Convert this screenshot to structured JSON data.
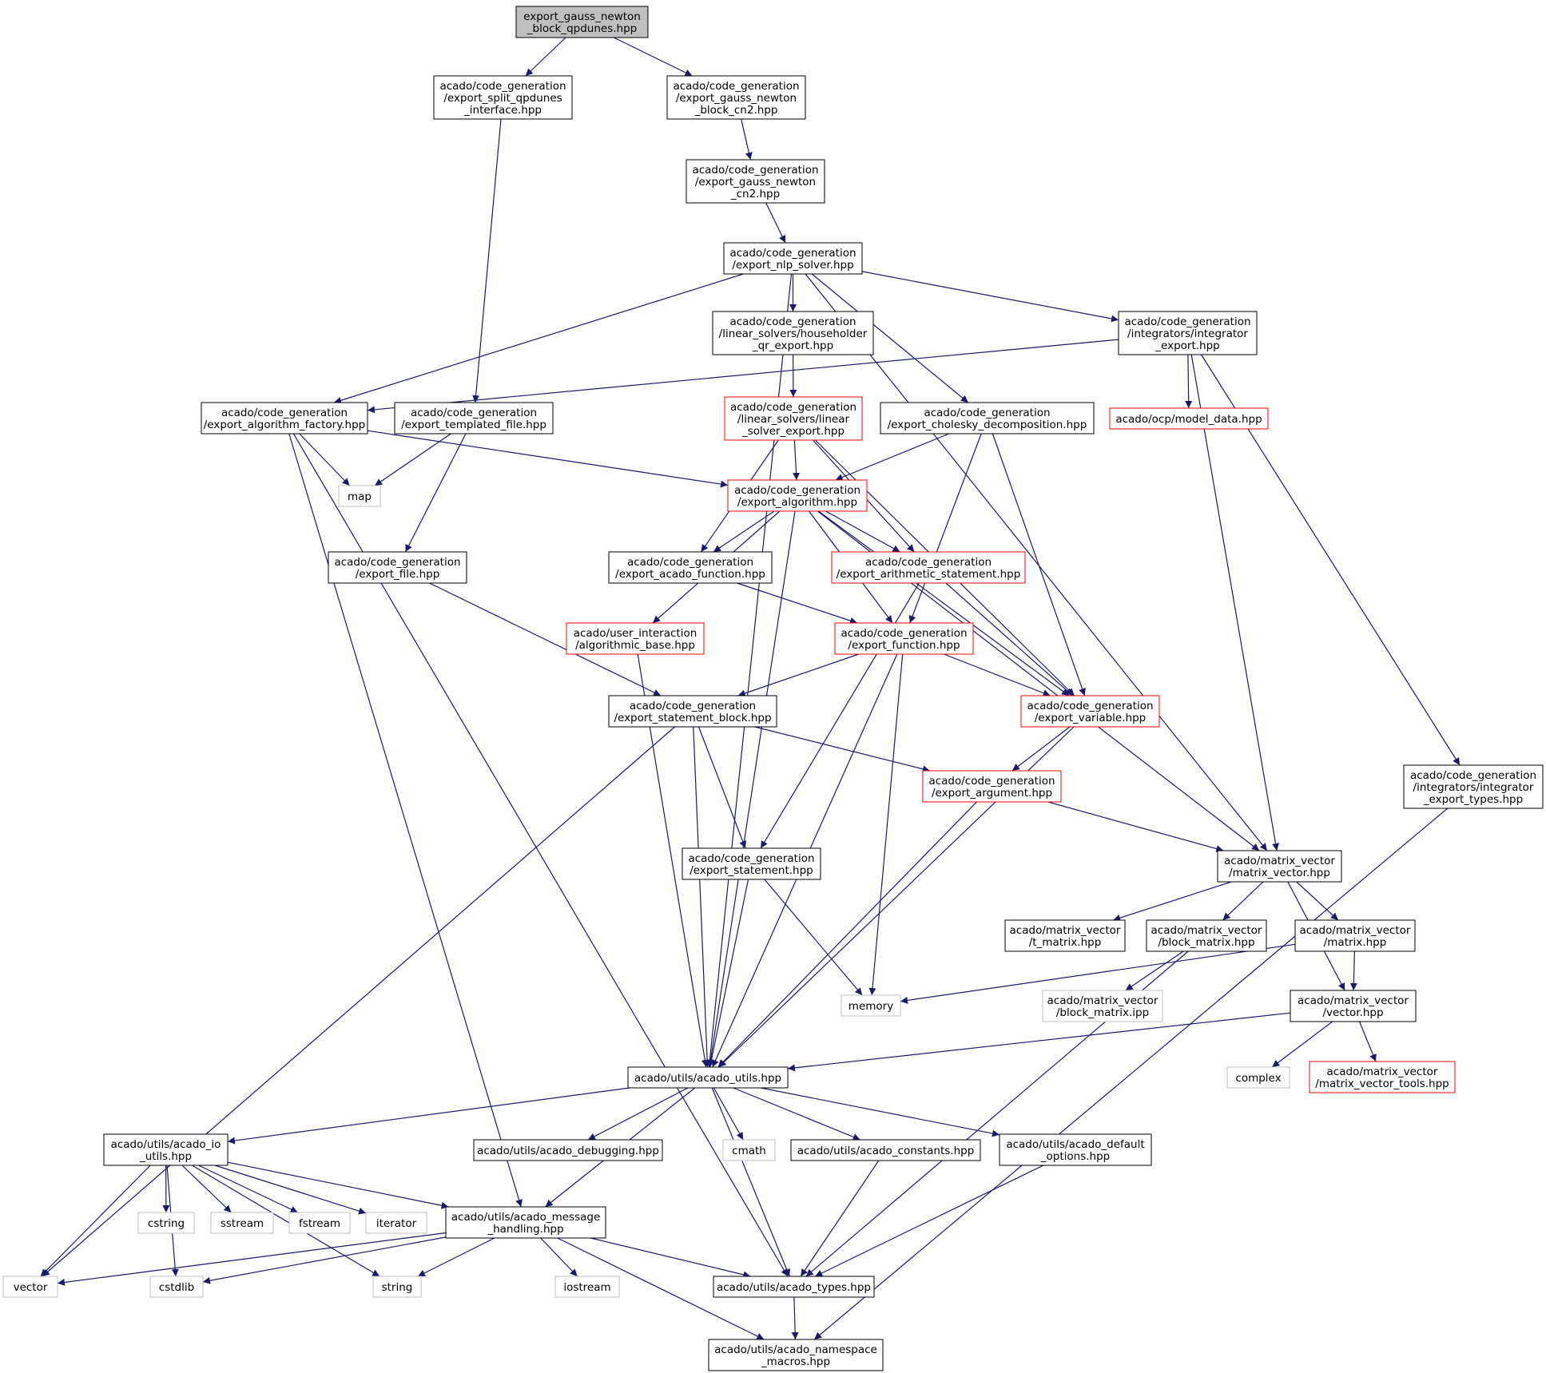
{
  "colors": {
    "edge": "#191970",
    "normal_border": "#000000",
    "red_border": "#ff0000",
    "gray_border": "#bfbfbf",
    "root_fill": "#bfbfbf"
  },
  "nodes": [
    {
      "id": "root",
      "kind": "root",
      "lines": [
        "export_gauss_newton",
        "_block_qpdunes.hpp"
      ]
    },
    {
      "id": "split_qpdunes",
      "kind": "normal",
      "lines": [
        "acado/code_generation",
        "/export_split_qpdunes",
        "_interface.hpp"
      ]
    },
    {
      "id": "gn_block_cn2",
      "kind": "normal",
      "lines": [
        "acado/code_generation",
        "/export_gauss_newton",
        "_block_cn2.hpp"
      ]
    },
    {
      "id": "gn_cn2",
      "kind": "normal",
      "lines": [
        "acado/code_generation",
        "/export_gauss_newton",
        "_cn2.hpp"
      ]
    },
    {
      "id": "nlp_solver",
      "kind": "normal",
      "lines": [
        "acado/code_generation",
        "/export_nlp_solver.hpp"
      ]
    },
    {
      "id": "householder",
      "kind": "normal",
      "lines": [
        "acado/code_generation",
        "/linear_solvers/householder",
        "_qr_export.hpp"
      ]
    },
    {
      "id": "integrator_export",
      "kind": "normal",
      "lines": [
        "acado/code_generation",
        "/integrators/integrator",
        "_export.hpp"
      ]
    },
    {
      "id": "algorithm_factory",
      "kind": "normal",
      "lines": [
        "acado/code_generation",
        "/export_algorithm_factory.hpp"
      ]
    },
    {
      "id": "templated_file",
      "kind": "normal",
      "lines": [
        "acado/code_generation",
        "/export_templated_file.hpp"
      ]
    },
    {
      "id": "linear_solver",
      "kind": "red",
      "lines": [
        "acado/code_generation",
        "/linear_solvers/linear",
        "_solver_export.hpp"
      ]
    },
    {
      "id": "cholesky",
      "kind": "normal",
      "lines": [
        "acado/code_generation",
        "/export_cholesky_decomposition.hpp"
      ]
    },
    {
      "id": "model_data",
      "kind": "red",
      "lines": [
        "acado/ocp/model_data.hpp"
      ]
    },
    {
      "id": "map",
      "kind": "gray",
      "lines": [
        "map"
      ]
    },
    {
      "id": "export_algorithm",
      "kind": "red",
      "lines": [
        "acado/code_generation",
        "/export_algorithm.hpp"
      ]
    },
    {
      "id": "export_file",
      "kind": "normal",
      "lines": [
        "acado/code_generation",
        "/export_file.hpp"
      ]
    },
    {
      "id": "acado_function",
      "kind": "normal",
      "lines": [
        "acado/code_generation",
        "/export_acado_function.hpp"
      ]
    },
    {
      "id": "arithmetic",
      "kind": "red",
      "lines": [
        "acado/code_generation",
        "/export_arithmetic_statement.hpp"
      ]
    },
    {
      "id": "algorithmic_base",
      "kind": "red",
      "lines": [
        "acado/user_interaction",
        "/algorithmic_base.hpp"
      ]
    },
    {
      "id": "export_function",
      "kind": "red",
      "lines": [
        "acado/code_generation",
        "/export_function.hpp"
      ]
    },
    {
      "id": "statement_block",
      "kind": "normal",
      "lines": [
        "acado/code_generation",
        "/export_statement_block.hpp"
      ]
    },
    {
      "id": "export_variable",
      "kind": "red",
      "lines": [
        "acado/code_generation",
        "/export_variable.hpp"
      ]
    },
    {
      "id": "export_argument",
      "kind": "red",
      "lines": [
        "acado/code_generation",
        "/export_argument.hpp"
      ]
    },
    {
      "id": "integrator_types",
      "kind": "normal",
      "lines": [
        "acado/code_generation",
        "/integrators/integrator",
        "_export_types.hpp"
      ]
    },
    {
      "id": "export_statement",
      "kind": "normal",
      "lines": [
        "acado/code_generation",
        "/export_statement.hpp"
      ]
    },
    {
      "id": "matrix_vector",
      "kind": "normal",
      "lines": [
        "acado/matrix_vector",
        "/matrix_vector.hpp"
      ]
    },
    {
      "id": "t_matrix",
      "kind": "normal",
      "lines": [
        "acado/matrix_vector",
        "/t_matrix.hpp"
      ]
    },
    {
      "id": "block_matrix",
      "kind": "normal",
      "lines": [
        "acado/matrix_vector",
        "/block_matrix.hpp"
      ]
    },
    {
      "id": "matrix",
      "kind": "normal",
      "lines": [
        "acado/matrix_vector",
        "/matrix.hpp"
      ]
    },
    {
      "id": "memory",
      "kind": "gray",
      "lines": [
        "memory"
      ]
    },
    {
      "id": "block_matrix_ipp",
      "kind": "gray",
      "lines": [
        "acado/matrix_vector",
        "/block_matrix.ipp"
      ]
    },
    {
      "id": "vector",
      "kind": "normal",
      "lines": [
        "acado/matrix_vector",
        "/vector.hpp"
      ]
    },
    {
      "id": "acado_utils",
      "kind": "normal",
      "lines": [
        "acado/utils/acado_utils.hpp"
      ]
    },
    {
      "id": "complex",
      "kind": "gray",
      "lines": [
        "complex"
      ]
    },
    {
      "id": "mv_tools",
      "kind": "red",
      "lines": [
        "acado/matrix_vector",
        "/matrix_vector_tools.hpp"
      ]
    },
    {
      "id": "io_utils",
      "kind": "normal",
      "lines": [
        "acado/utils/acado_io",
        "_utils.hpp"
      ]
    },
    {
      "id": "debugging",
      "kind": "normal",
      "lines": [
        "acado/utils/acado_debugging.hpp"
      ]
    },
    {
      "id": "cmath",
      "kind": "gray",
      "lines": [
        "cmath"
      ]
    },
    {
      "id": "constants",
      "kind": "normal",
      "lines": [
        "acado/utils/acado_constants.hpp"
      ]
    },
    {
      "id": "default_options",
      "kind": "normal",
      "lines": [
        "acado/utils/acado_default",
        "_options.hpp"
      ]
    },
    {
      "id": "cstring",
      "kind": "gray",
      "lines": [
        "cstring"
      ]
    },
    {
      "id": "sstream",
      "kind": "gray",
      "lines": [
        "sstream"
      ]
    },
    {
      "id": "fstream",
      "kind": "gray",
      "lines": [
        "fstream"
      ]
    },
    {
      "id": "iterator",
      "kind": "gray",
      "lines": [
        "iterator"
      ]
    },
    {
      "id": "message_handling",
      "kind": "normal",
      "lines": [
        "acado/utils/acado_message",
        "_handling.hpp"
      ]
    },
    {
      "id": "std_vector",
      "kind": "gray",
      "lines": [
        "vector"
      ]
    },
    {
      "id": "cstdlib",
      "kind": "gray",
      "lines": [
        "cstdlib"
      ]
    },
    {
      "id": "string",
      "kind": "gray",
      "lines": [
        "string"
      ]
    },
    {
      "id": "iostream",
      "kind": "gray",
      "lines": [
        "iostream"
      ]
    },
    {
      "id": "acado_types",
      "kind": "normal",
      "lines": [
        "acado/utils/acado_types.hpp"
      ]
    },
    {
      "id": "namespace_macros",
      "kind": "normal",
      "lines": [
        "acado/utils/acado_namespace",
        "_macros.hpp"
      ]
    }
  ],
  "edges": [
    [
      "root",
      "split_qpdunes"
    ],
    [
      "root",
      "gn_block_cn2"
    ],
    [
      "split_qpdunes",
      "templated_file"
    ],
    [
      "gn_block_cn2",
      "gn_cn2"
    ],
    [
      "gn_cn2",
      "nlp_solver"
    ],
    [
      "nlp_solver",
      "householder"
    ],
    [
      "nlp_solver",
      "integrator_export"
    ],
    [
      "nlp_solver",
      "algorithm_factory"
    ],
    [
      "nlp_solver",
      "cholesky"
    ],
    [
      "nlp_solver",
      "acado_utils"
    ],
    [
      "nlp_solver",
      "matrix_vector"
    ],
    [
      "householder",
      "linear_solver"
    ],
    [
      "integrator_export",
      "algorithm_factory"
    ],
    [
      "integrator_export",
      "model_data"
    ],
    [
      "integrator_export",
      "matrix_vector"
    ],
    [
      "integrator_export",
      "integrator_types"
    ],
    [
      "algorithm_factory",
      "map"
    ],
    [
      "algorithm_factory",
      "export_algorithm"
    ],
    [
      "algorithm_factory",
      "message_handling"
    ],
    [
      "algorithm_factory",
      "acado_types"
    ],
    [
      "templated_file",
      "map"
    ],
    [
      "templated_file",
      "export_file"
    ],
    [
      "linear_solver",
      "export_algorithm"
    ],
    [
      "linear_solver",
      "acado_function"
    ],
    [
      "linear_solver",
      "arithmetic"
    ],
    [
      "linear_solver",
      "export_variable"
    ],
    [
      "cholesky",
      "export_algorithm"
    ],
    [
      "cholesky",
      "export_function"
    ],
    [
      "cholesky",
      "export_variable"
    ],
    [
      "export_algorithm",
      "acado_function"
    ],
    [
      "export_algorithm",
      "arithmetic"
    ],
    [
      "export_algorithm",
      "algorithmic_base"
    ],
    [
      "export_algorithm",
      "export_function"
    ],
    [
      "export_algorithm",
      "export_variable"
    ],
    [
      "export_algorithm",
      "matrix_vector"
    ],
    [
      "export_algorithm",
      "acado_utils"
    ],
    [
      "export_file",
      "statement_block"
    ],
    [
      "acado_function",
      "export_function"
    ],
    [
      "arithmetic",
      "export_variable"
    ],
    [
      "arithmetic",
      "export_statement"
    ],
    [
      "algorithmic_base",
      "acado_utils"
    ],
    [
      "export_function",
      "statement_block"
    ],
    [
      "export_function",
      "export_variable"
    ],
    [
      "export_function",
      "memory"
    ],
    [
      "export_function",
      "acado_utils"
    ],
    [
      "statement_block",
      "export_argument"
    ],
    [
      "statement_block",
      "export_statement"
    ],
    [
      "statement_block",
      "acado_utils"
    ],
    [
      "statement_block",
      "std_vector"
    ],
    [
      "export_variable",
      "export_argument"
    ],
    [
      "export_variable",
      "acado_utils"
    ],
    [
      "export_argument",
      "matrix_vector"
    ],
    [
      "export_argument",
      "acado_utils"
    ],
    [
      "integrator_types",
      "namespace_macros"
    ],
    [
      "export_statement",
      "memory"
    ],
    [
      "export_statement",
      "acado_utils"
    ],
    [
      "matrix_vector",
      "t_matrix"
    ],
    [
      "matrix_vector",
      "block_matrix"
    ],
    [
      "matrix_vector",
      "matrix"
    ],
    [
      "matrix_vector",
      "vector"
    ],
    [
      "block_matrix",
      "block_matrix_ipp"
    ],
    [
      "block_matrix",
      "acado_types"
    ],
    [
      "matrix",
      "memory"
    ],
    [
      "matrix",
      "vector"
    ],
    [
      "vector",
      "acado_utils"
    ],
    [
      "vector",
      "complex"
    ],
    [
      "vector",
      "mv_tools"
    ],
    [
      "acado_utils",
      "io_utils"
    ],
    [
      "acado_utils",
      "debugging"
    ],
    [
      "acado_utils",
      "cmath"
    ],
    [
      "acado_utils",
      "constants"
    ],
    [
      "acado_utils",
      "default_options"
    ],
    [
      "acado_utils",
      "acado_types"
    ],
    [
      "acado_utils",
      "message_handling"
    ],
    [
      "io_utils",
      "cstring"
    ],
    [
      "io_utils",
      "sstream"
    ],
    [
      "io_utils",
      "fstream"
    ],
    [
      "io_utils",
      "iterator"
    ],
    [
      "io_utils",
      "message_handling"
    ],
    [
      "io_utils",
      "std_vector"
    ],
    [
      "io_utils",
      "cstdlib"
    ],
    [
      "io_utils",
      "string"
    ],
    [
      "constants",
      "acado_types"
    ],
    [
      "default_options",
      "acado_types"
    ],
    [
      "message_handling",
      "std_vector"
    ],
    [
      "message_handling",
      "cstdlib"
    ],
    [
      "message_handling",
      "string"
    ],
    [
      "message_handling",
      "iostream"
    ],
    [
      "message_handling",
      "acado_types"
    ],
    [
      "message_handling",
      "namespace_macros"
    ],
    [
      "acado_types",
      "namespace_macros"
    ]
  ]
}
